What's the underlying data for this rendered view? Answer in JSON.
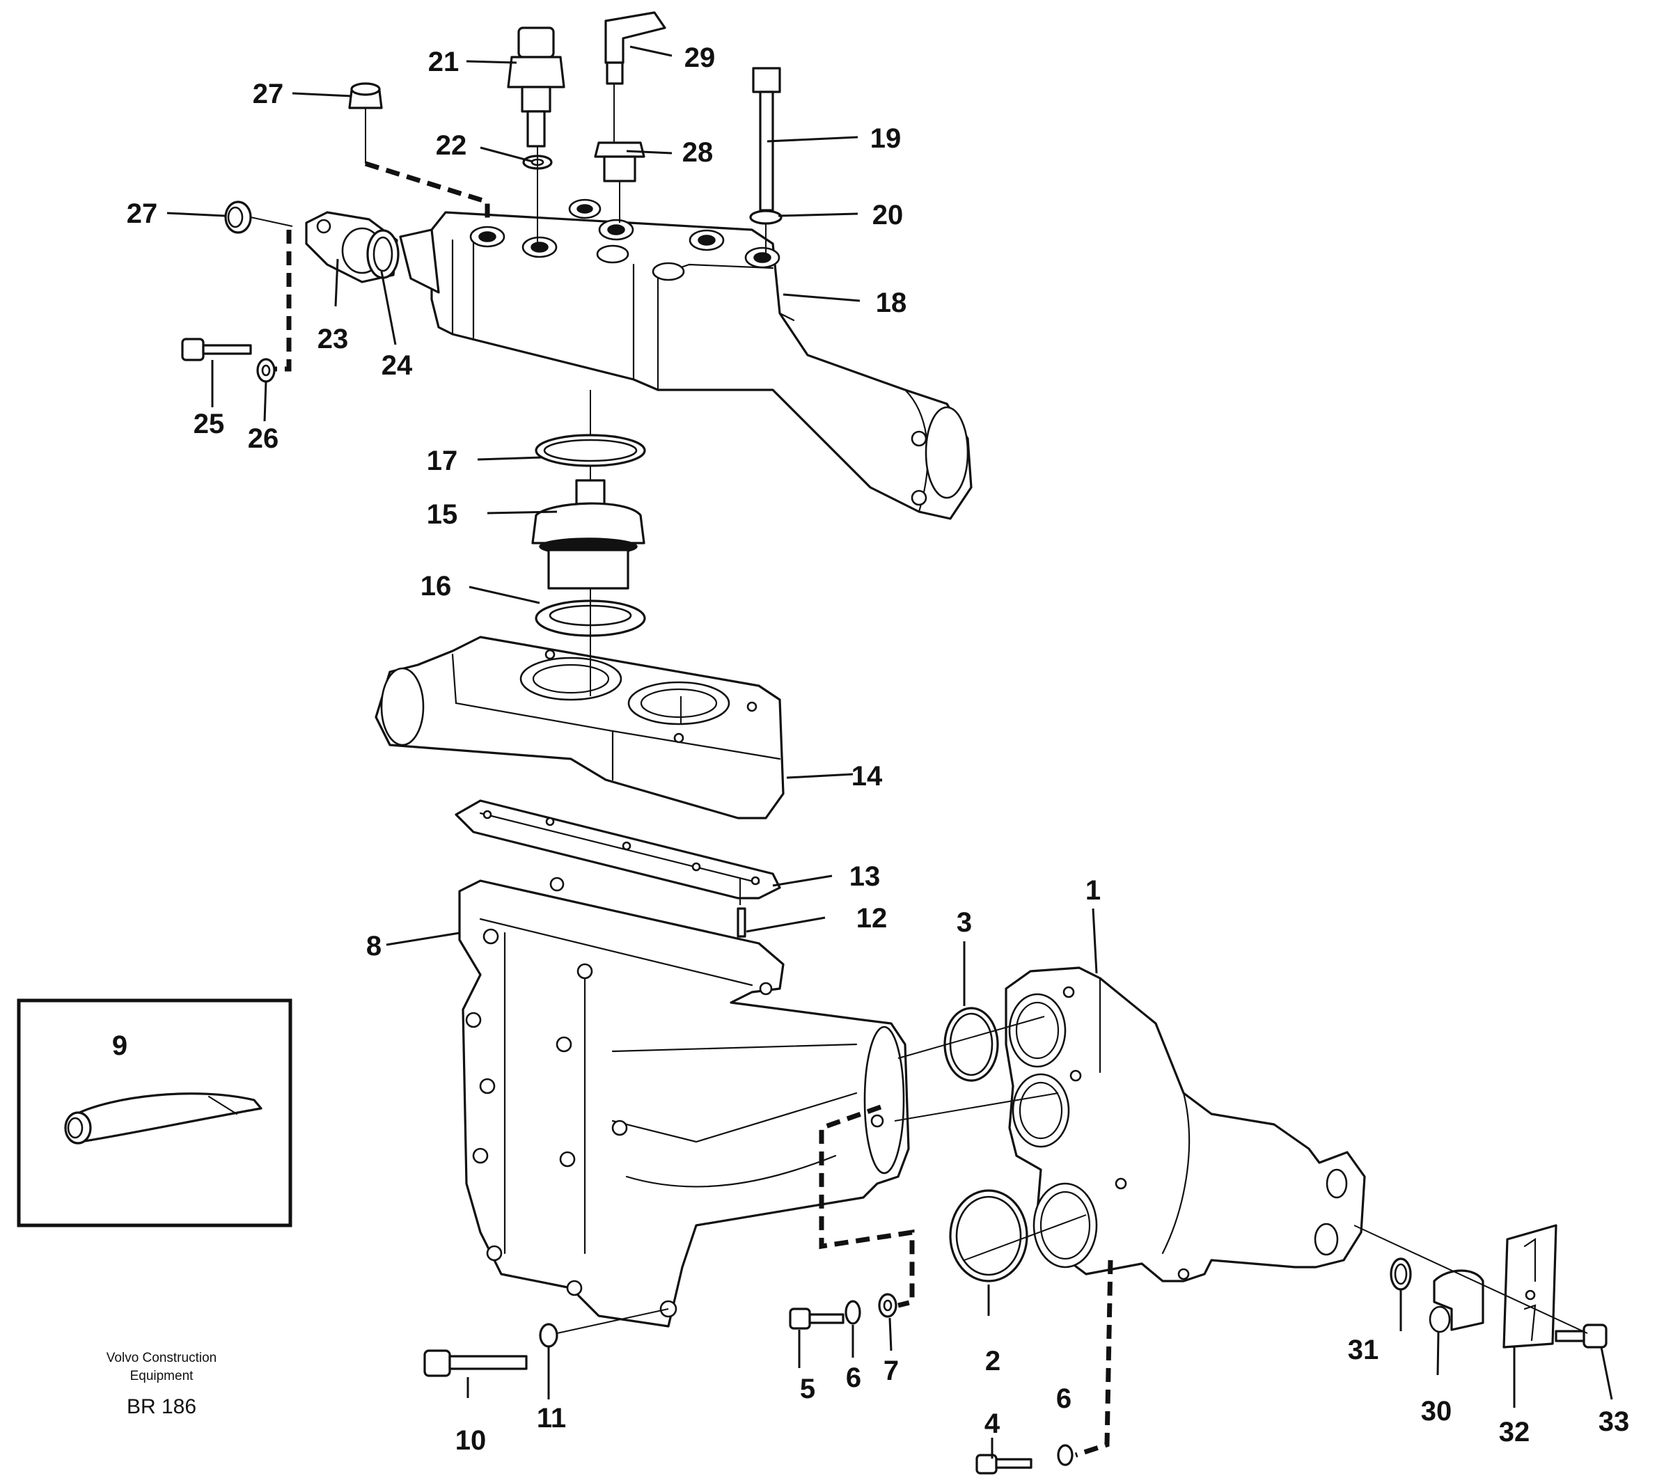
{
  "diagram": {
    "callouts": {
      "c1": "1",
      "c2": "2",
      "c3": "3",
      "c4": "4",
      "c5": "5",
      "c6a": "6",
      "c6b": "6",
      "c7": "7",
      "c8": "8",
      "c9": "9",
      "c10": "10",
      "c11": "11",
      "c12": "12",
      "c13": "13",
      "c14": "14",
      "c15": "15",
      "c16": "16",
      "c17": "17",
      "c18": "18",
      "c19": "19",
      "c20": "20",
      "c21": "21",
      "c22": "22",
      "c23": "23",
      "c24": "24",
      "c25": "25",
      "c26": "26",
      "c27a": "27",
      "c27b": "27",
      "c28": "28",
      "c29": "29",
      "c30": "30",
      "c31": "31",
      "c32": "32",
      "c33": "33"
    },
    "brand_line1": "Volvo Construction",
    "brand_line2": "Equipment",
    "drawing_code": "BR 186"
  }
}
